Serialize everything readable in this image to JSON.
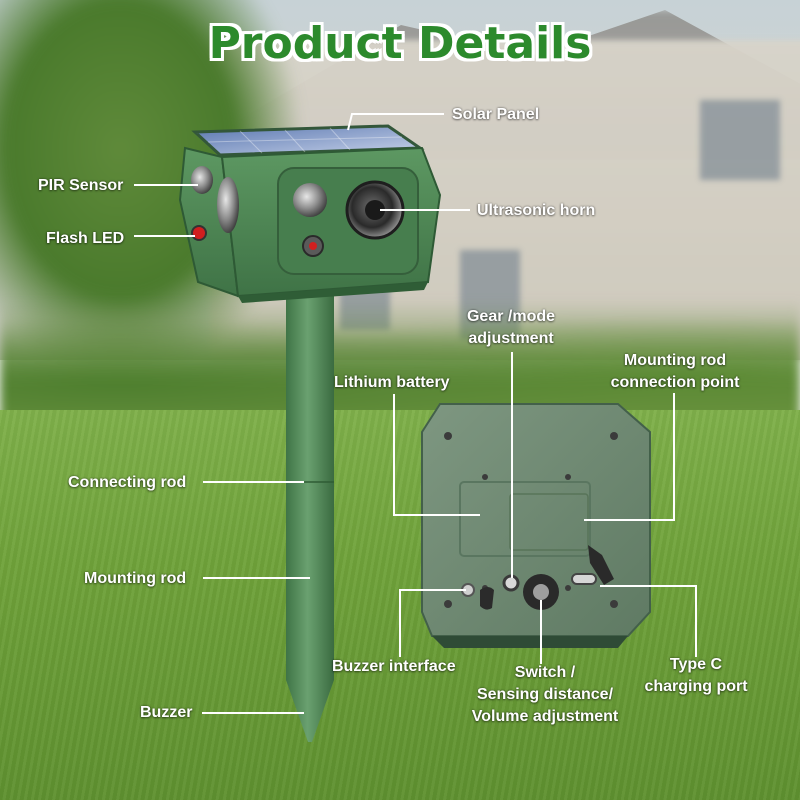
{
  "title": "Product Details",
  "labels": {
    "solar_panel": "Solar Panel",
    "pir_sensor": "PIR Sensor",
    "flash_led": "Flash LED",
    "ultrasonic_horn": "Ultrasonic horn",
    "gear_mode_line1": "Gear /mode",
    "gear_mode_line2": "adjustment",
    "mounting_point_line1": "Mounting rod",
    "mounting_point_line2": "connection point",
    "lithium_battery": "Lithium battery",
    "connecting_rod": "Connecting rod",
    "mounting_rod": "Mounting rod",
    "buzzer_interface": "Buzzer interface",
    "switch_line1": "Switch /",
    "switch_line2": "Sensing distance/",
    "switch_line3": "Volume adjustment",
    "typec_line1": "Type C",
    "typec_line2": "charging port",
    "buzzer": "Buzzer"
  },
  "colors": {
    "title_green": "#2c8a2c",
    "device_green": "#4f8a55",
    "device_green_dark": "#3d6e44",
    "back_panel": "#6f8a72"
  }
}
